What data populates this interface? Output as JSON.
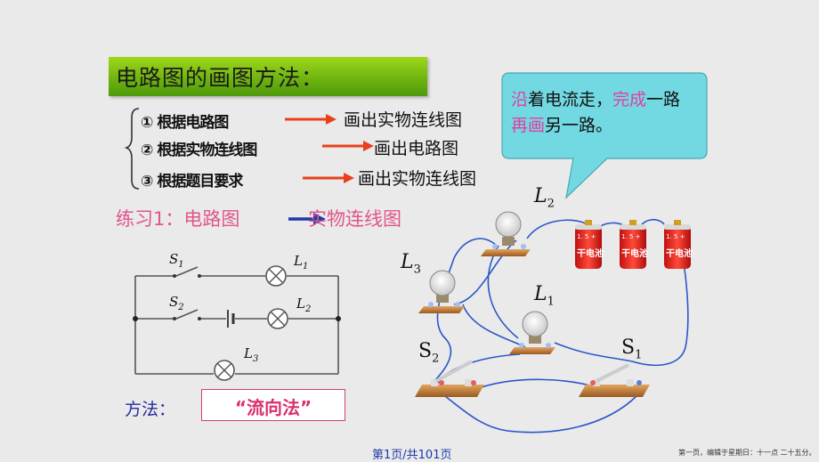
{
  "title": "电路图的画图方法：",
  "steps": [
    {
      "num": "①",
      "label": "根据电路图",
      "result": "画出实物连线图"
    },
    {
      "num": "②",
      "label": "根据实物连线图",
      "result": "画出电路图"
    },
    {
      "num": "③",
      "label": "根据题目要求",
      "result": "画出实物连线图"
    }
  ],
  "practice": {
    "left": "练习1：电路图",
    "right": "实物连线图"
  },
  "method": {
    "label": "方法：",
    "value": "“流向法”"
  },
  "callout": {
    "p1": "沿",
    "p2": "着电流走，",
    "p3": "完成",
    "p4": "一路",
    "p5": "再画",
    "p6": "另一路。"
  },
  "schematic": {
    "s1": "S",
    "s1_sub": "1",
    "s2": "S",
    "s2_sub": "2",
    "l1": "L",
    "l1_sub": "1",
    "l2": "L",
    "l2_sub": "2",
    "l3": "L",
    "l3_sub": "3"
  },
  "real": {
    "l2": "L",
    "l2_sub": "2",
    "l3": "L",
    "l3_sub": "3",
    "l1": "L",
    "l1_sub": "1",
    "s2": "S",
    "s2_sub": "2",
    "s1": "S",
    "s1_sub": "1",
    "battery_top": "1. 5 +",
    "battery_label": "干电池"
  },
  "footer": {
    "page": "第1页/共101页",
    "note": "第一页，编辑于星期日：十一点 二十五分。"
  },
  "colors": {
    "title_green": "#7ec41a",
    "accent_pink": "#e0558e",
    "arrow_red": "#e8401c",
    "callout_teal": "#6fd6df",
    "wire_blue": "#2a57c8"
  }
}
